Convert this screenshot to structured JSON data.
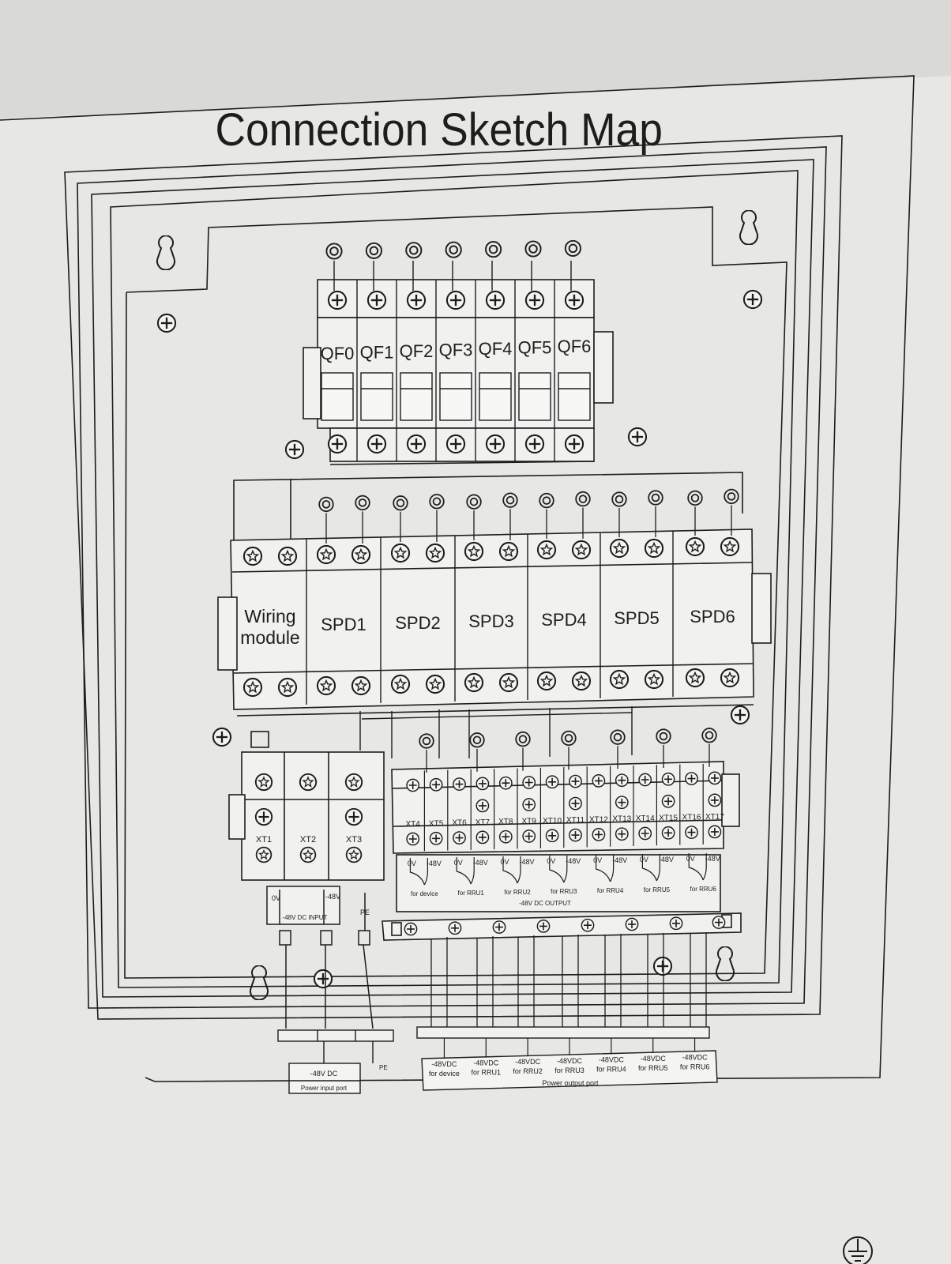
{
  "title": "Connection Sketch Map",
  "breakers": [
    "QF0",
    "QF1",
    "QF2",
    "QF3",
    "QF4",
    "QF5",
    "QF6"
  ],
  "spd_modules": [
    "Wiring module",
    "SPD1",
    "SPD2",
    "SPD3",
    "SPD4",
    "SPD5",
    "SPD6"
  ],
  "input_terminals": [
    "XT1",
    "XT2",
    "XT3"
  ],
  "output_terminals": [
    "XT4",
    "XT5",
    "XT6",
    "XT7",
    "XT8",
    "XT9",
    "XT10",
    "XT11",
    "XT12",
    "XT13",
    "XT14",
    "XT15",
    "XT16",
    "XT17"
  ],
  "input_block": {
    "labels": [
      "0V",
      "-48V",
      "PE"
    ],
    "caption": "-48V DC INPUT"
  },
  "output_groups": [
    {
      "polarity": [
        "0V",
        "-48V"
      ],
      "label": "for device"
    },
    {
      "polarity": [
        "0V",
        "-48V"
      ],
      "label": "for RRU1"
    },
    {
      "polarity": [
        "0V",
        "-48V"
      ],
      "label": "for RRU2"
    },
    {
      "polarity": [
        "0V",
        "-48V"
      ],
      "label": "for RRU3"
    },
    {
      "polarity": [
        "0V",
        "-48V"
      ],
      "label": "for RRU4"
    },
    {
      "polarity": [
        "0V",
        "-48V"
      ],
      "label": "for RRU5"
    },
    {
      "polarity": [
        "0V",
        "-48V"
      ],
      "label": "for RRU6"
    }
  ],
  "output_caption": "-48V DC OUTPUT",
  "power_input_port": {
    "label": "-48V DC",
    "pe": "PE",
    "caption": "Power input port"
  },
  "power_output_port": {
    "items": [
      {
        "line1": "-48VDC",
        "line2": "for device"
      },
      {
        "line1": "-48VDC",
        "line2": "for RRU1"
      },
      {
        "line1": "-48VDC",
        "line2": "for RRU2"
      },
      {
        "line1": "-48VDC",
        "line2": "for RRU3"
      },
      {
        "line1": "-48VDC",
        "line2": "for RRU4"
      },
      {
        "line1": "-48VDC",
        "line2": "for RRU5"
      },
      {
        "line1": "-48VDC",
        "line2": "for RRU6"
      }
    ],
    "caption": "Power output port"
  },
  "colors": {
    "background": "#d9dad6",
    "panel": "#ecedea",
    "line": "#1d1d1d"
  },
  "icons": [
    "keyhole-mount-icon",
    "screw-icon",
    "ring-terminal-icon",
    "ground-symbol-icon"
  ]
}
